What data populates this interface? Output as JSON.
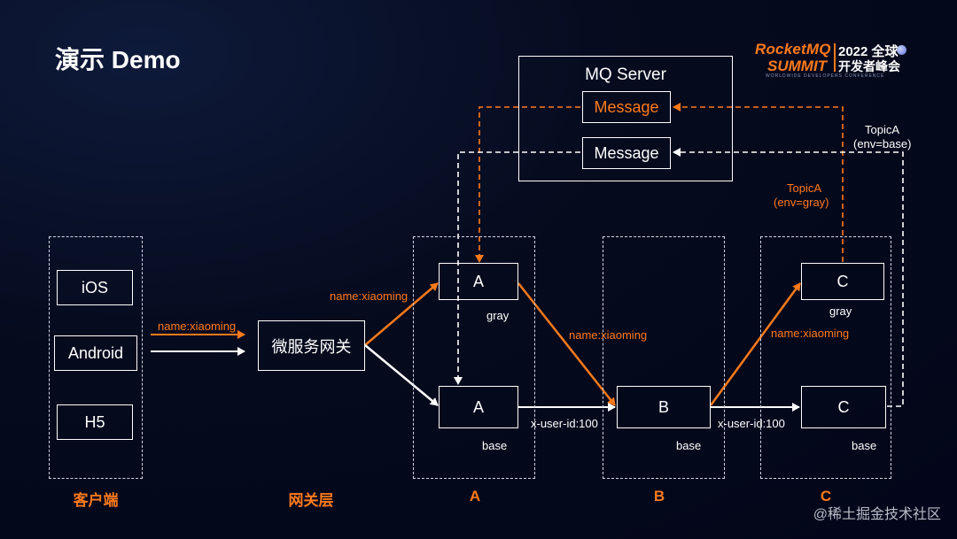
{
  "slide": {
    "title": "演示 Demo",
    "watermark": "@稀土掘金技术社区"
  },
  "logo": {
    "line1": "RocketMQ",
    "line2": "SUMMIT",
    "year_title": "2022 全球",
    "subtitle": "开发者峰会",
    "tagline": "WORLDWIDE DEVELOPERS CONFERENCE",
    "brand_color": "#ff7a1a"
  },
  "mq_server": {
    "title": "MQ Server",
    "message_gray": "Message",
    "message_base": "Message"
  },
  "clients": [
    "iOS",
    "Android",
    "H5"
  ],
  "gateway": {
    "label": "微服务网关"
  },
  "services": {
    "a_gray": "A",
    "a_base": "A",
    "b_base": "B",
    "c_gray": "C",
    "c_base": "C",
    "gray_tag": "gray",
    "base_tag": "base"
  },
  "edge_labels": {
    "client_to_gateway": "name:xiaoming",
    "gateway_to_a": "name:xiaoming",
    "a_to_b": "name:xiaoming",
    "b_to_c": "name:xiaoming",
    "a_base_to_b": "x-user-id:100",
    "b_to_c_base": "x-user-id:100",
    "topic_base_line1": "TopicA",
    "topic_base_line2": "(env=base)",
    "topic_gray_line1": "TopicA",
    "topic_gray_line2": "(env=gray)"
  },
  "sections": {
    "client": "客户端",
    "gateway": "网关层",
    "a": "A",
    "b": "B",
    "c": "C"
  },
  "colors": {
    "accent": "#ff7a1a",
    "line": "#ffffff",
    "background": "#050a1c"
  }
}
